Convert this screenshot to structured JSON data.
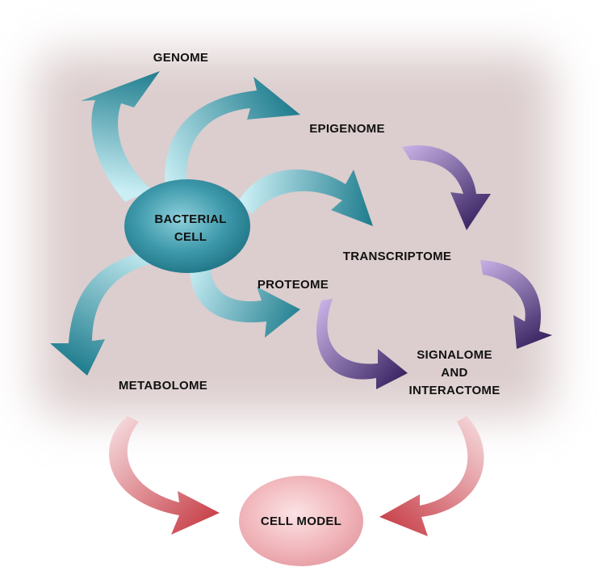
{
  "nodes": {
    "bacterial_cell": [
      "BACTERIAL",
      "CELL"
    ],
    "genome": "GENOME",
    "epigenome": "EPIGENOME",
    "transcriptome": "TRANSCRIPTOME",
    "proteome": "PROTEOME",
    "metabolome": "METABOLOME",
    "signalome": [
      "SIGNALOME",
      "AND",
      "INTERACTOME"
    ],
    "cell_model": "CELL MODEL"
  },
  "colors": {
    "backdrop": "#dccdce",
    "teal_dark": "#1f7d8e",
    "teal_light": "#c9eef4",
    "purple_dark": "#3a2563",
    "purple_light": "#c9b2e6",
    "red_dark": "#c9434c",
    "red_light": "#f5d9dc"
  }
}
